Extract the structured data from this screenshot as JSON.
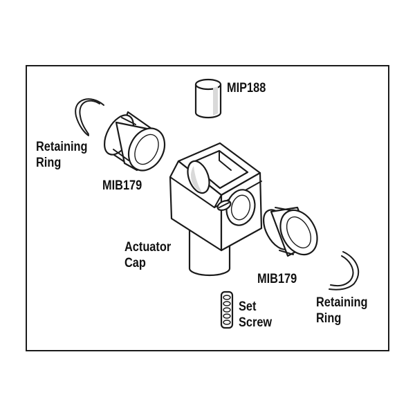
{
  "labels": {
    "mip188": "MIP188",
    "retaining_ring_left": [
      "Retaining",
      "Ring"
    ],
    "mib179_left": "MIB179",
    "actuator_cap": [
      "Actuator",
      "Cap"
    ],
    "mib179_right": "MIB179",
    "set_screw": [
      "Set",
      "Screw"
    ],
    "retaining_ring_right": [
      "Retaining",
      "Ring"
    ]
  },
  "colors": {
    "ink": "#1a1a1a",
    "background": "#ffffff",
    "shade": "#d9d9d9"
  }
}
